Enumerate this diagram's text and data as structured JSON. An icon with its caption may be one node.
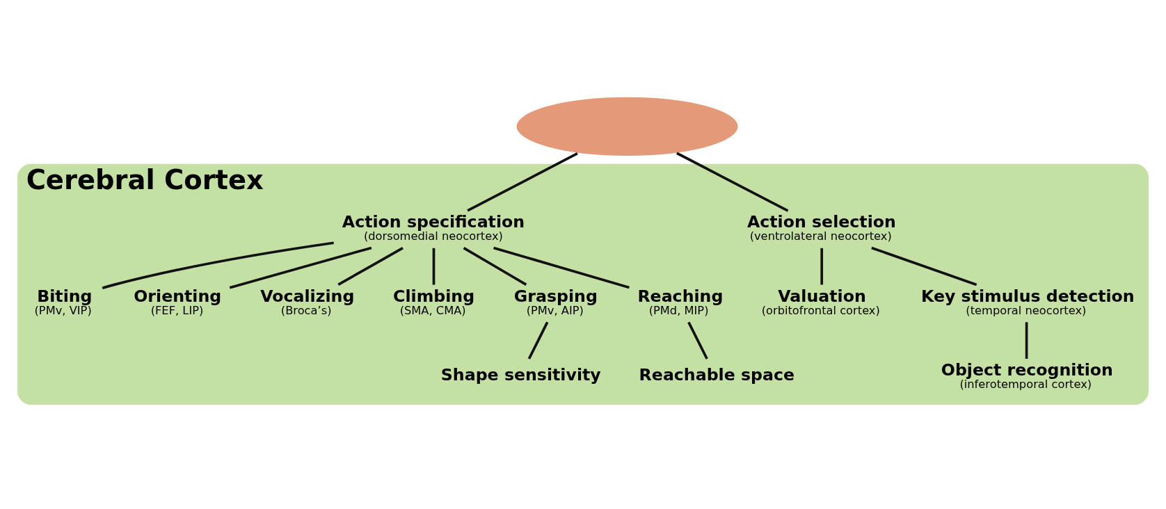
{
  "diagram": {
    "nodes": [
      {
        "text": [
          "Cerebral Cortex"
        ]
      },
      {
        "text": [],
        "shape": "ellipse"
      },
      {
        "text": [
          "Action selection",
          "(ventrolateral neocortex)"
        ],
        "in": 0
      },
      {
        "text": [
          "Action specification",
          "(dorsomedial neocortex)"
        ],
        "in": 0
      },
      {
        "text": [
          "Valuation",
          "(orbitofrontal cortex)"
        ],
        "in": 0
      },
      {
        "text": [
          "Key stimulus detection",
          "(temporal neocortex)"
        ],
        "in": 0
      },
      {
        "text": [
          "Object recognition",
          "(inferotemporal cortex)"
        ],
        "in": 0
      },
      {
        "text": [
          "Biting",
          "(PMv, VIP)"
        ],
        "in": 0
      },
      {
        "text": [
          "Orienting",
          "(FEF, LIP)"
        ],
        "in": 0
      },
      {
        "text": [
          "Vocalizing",
          "(Broca’s)"
        ],
        "in": 0
      },
      {
        "text": [
          "Climbing",
          "(SMA, CMA)"
        ],
        "in": 0
      },
      {
        "text": [
          "Grasping",
          "(PMv, AIP)"
        ],
        "in": 0
      },
      {
        "text": [
          "Reaching",
          "(PMd, MIP)"
        ],
        "in": 0
      },
      {
        "text": [
          "Shape sensitivity"
        ],
        "in": 0
      },
      {
        "text": [
          "Reachable space"
        ],
        "in": 0
      }
    ],
    "edges": [
      {
        "from": 1,
        "to": 2,
        "arrow": "none"
      },
      {
        "from": 1,
        "to": 3,
        "arrow": "none"
      },
      {
        "from": 2,
        "to": 4,
        "arrow": "none"
      },
      {
        "from": 2,
        "to": 5,
        "arrow": "none"
      },
      {
        "from": 5,
        "to": 6,
        "arrow": "none"
      },
      {
        "from": 3,
        "to": 7,
        "arrow": "none"
      },
      {
        "from": 3,
        "to": 9,
        "arrow": "none"
      },
      {
        "from": 3,
        "to": 11,
        "arrow": "none"
      },
      {
        "from": 3,
        "to": 12,
        "arrow": "none"
      },
      {
        "from": 3,
        "to": 10,
        "arrow": "none"
      },
      {
        "from": 3,
        "to": 8,
        "arrow": "none"
      },
      {
        "from": 11,
        "to": 13,
        "arrow": "none"
      },
      {
        "from": 12,
        "to": 14,
        "arrow": "none"
      }
    ]
  }
}
